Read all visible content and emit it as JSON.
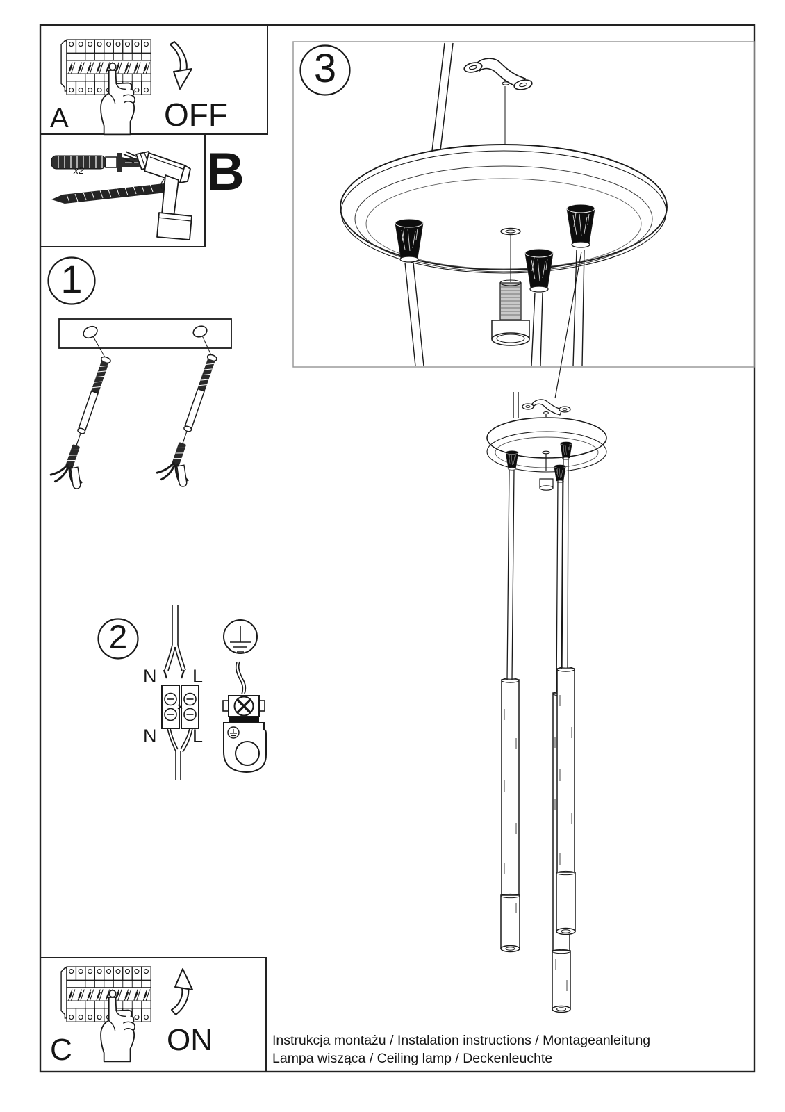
{
  "panels": {
    "a_label": "A",
    "b_label": "B",
    "c_label": "C"
  },
  "switch": {
    "off_label": "OFF",
    "on_label": "ON"
  },
  "steps": {
    "s1": "1",
    "s2": "2",
    "s3": "3"
  },
  "quantity": {
    "anchors": "x2"
  },
  "wiring": {
    "n_top": "N",
    "l_top": "L",
    "n_bottom": "N",
    "l_bottom": "L"
  },
  "footer": {
    "line1": "Instrukcja montażu / Instalation instructions / Montageanleitung",
    "line2": "Lampa wisząca / Ceiling lamp / Deckenleuchte"
  },
  "colors": {
    "line": "#1a1a1a",
    "step_box_border": "#9a9a9a",
    "paper": "#ffffff"
  }
}
